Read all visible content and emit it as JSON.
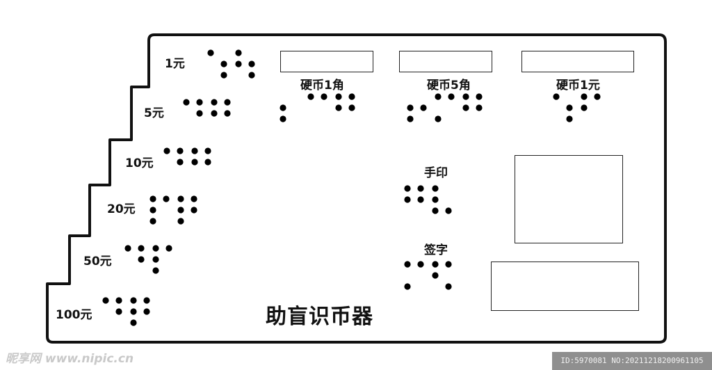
{
  "card": {
    "title": "助盲识币器",
    "denominations": [
      {
        "label": "1元",
        "cells": [
          [
            1,
            0,
            0,
            0,
            1,
            1
          ],
          [
            1,
            1,
            0,
            0,
            1,
            1
          ]
        ]
      },
      {
        "label": "5元",
        "cells": [
          [
            1,
            0,
            0,
            1,
            1,
            0
          ],
          [
            1,
            1,
            0,
            1,
            1,
            0
          ]
        ]
      },
      {
        "label": "10元",
        "cells": [
          [
            1,
            0,
            0,
            1,
            1,
            0
          ],
          [
            1,
            1,
            0,
            1,
            1,
            0
          ]
        ]
      },
      {
        "label": "20元",
        "cells": [
          [
            1,
            1,
            1,
            1,
            0,
            0
          ],
          [
            1,
            1,
            1,
            1,
            1,
            0
          ]
        ]
      },
      {
        "label": "50元",
        "cells": [
          [
            1,
            0,
            0,
            1,
            1,
            0
          ],
          [
            1,
            1,
            1,
            1,
            0,
            0
          ]
        ]
      },
      {
        "label": "100元",
        "cells": [
          [
            1,
            0,
            0,
            1,
            1,
            0
          ],
          [
            1,
            1,
            1,
            1,
            1,
            0
          ]
        ]
      }
    ],
    "coins": [
      {
        "label": "硬币1角",
        "cells": [
          [
            0,
            1,
            1,
            0,
            0,
            0
          ],
          [
            1,
            0,
            0,
            1,
            0,
            0
          ],
          [
            1,
            1,
            0,
            1,
            1,
            0
          ]
        ]
      },
      {
        "label": "硬币5角",
        "cells": [
          [
            0,
            1,
            1,
            0,
            1,
            0
          ],
          [
            1,
            0,
            1,
            1,
            0,
            0
          ],
          [
            1,
            1,
            0,
            1,
            1,
            0
          ]
        ]
      },
      {
        "label": "硬币1元",
        "cells": [
          [
            1,
            0,
            0,
            0,
            1,
            1
          ],
          [
            1,
            1,
            0,
            1,
            0,
            0
          ]
        ]
      }
    ],
    "sections": [
      {
        "label": "手印",
        "cells": [
          [
            1,
            1,
            0,
            1,
            1,
            0
          ],
          [
            1,
            1,
            1,
            0,
            0,
            1
          ]
        ]
      },
      {
        "label": "签字",
        "cells": [
          [
            1,
            0,
            1,
            1,
            0,
            0
          ],
          [
            1,
            1,
            0,
            1,
            0,
            1
          ]
        ]
      }
    ]
  },
  "watermark": {
    "left": "昵享网 www.nipic.cn",
    "right": "ID:5970081 NO:20211218200961105"
  }
}
